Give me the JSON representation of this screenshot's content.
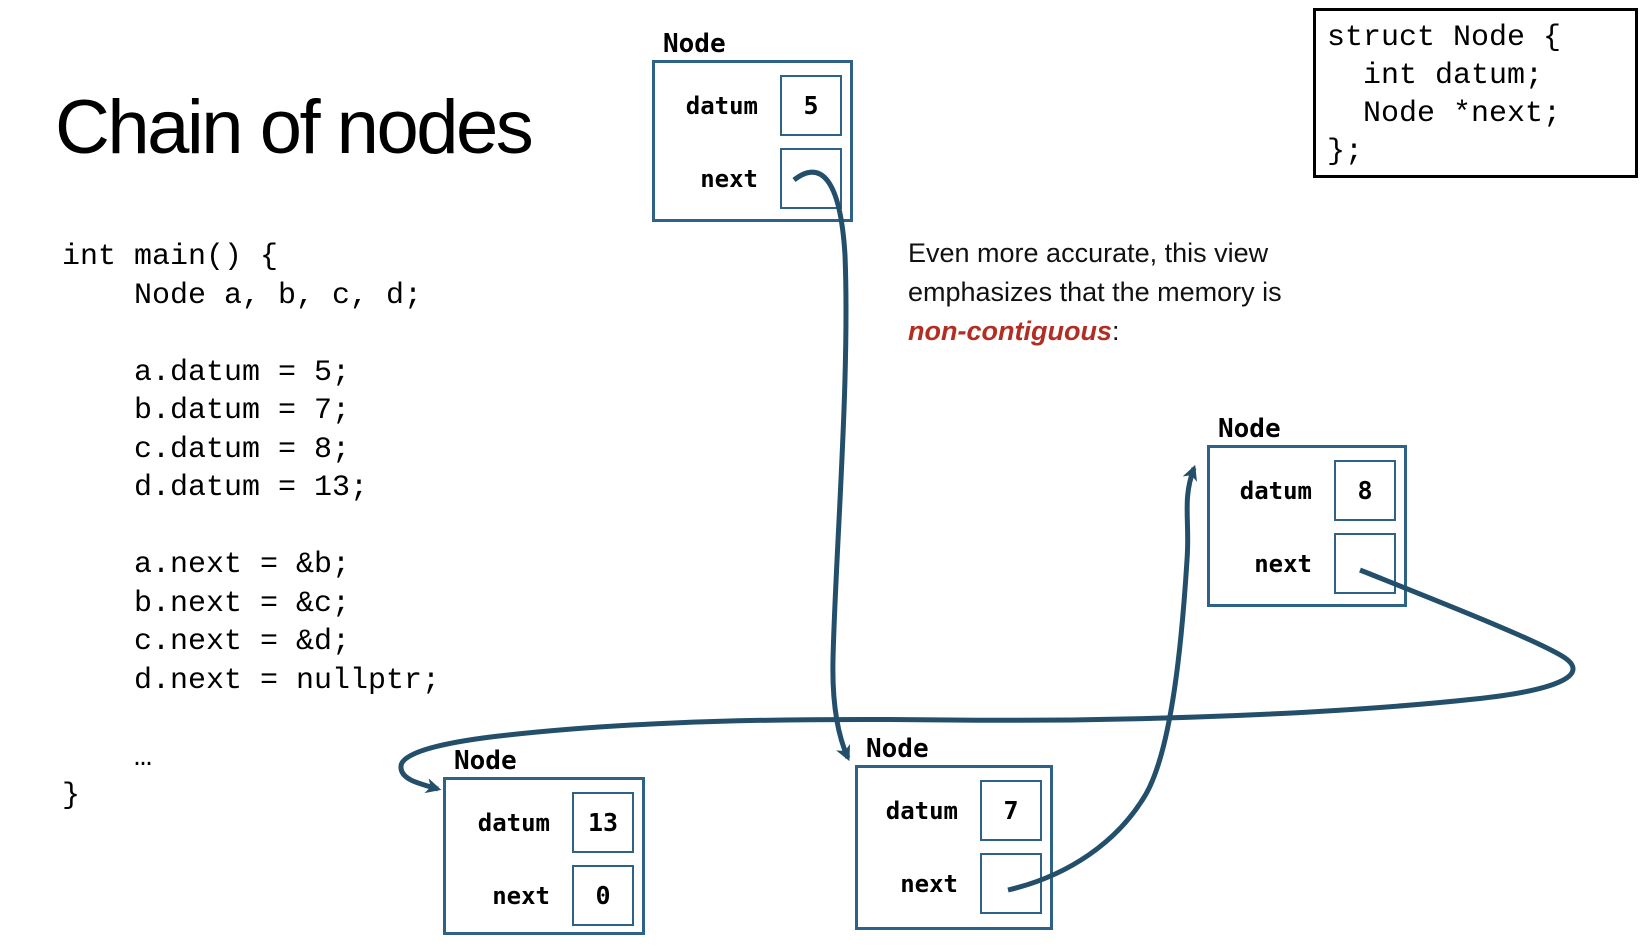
{
  "title": "Chain of nodes",
  "code": {
    "lines": [
      "int main() {",
      "    Node a, b, c, d;",
      "",
      "    a.datum = 5;",
      "    b.datum = 7;",
      "    c.datum = 8;",
      "    d.datum = 13;",
      "",
      "    a.next = &b;",
      "    b.next = &c;",
      "    c.next = &d;",
      "    d.next = nullptr;",
      "",
      "    …",
      "}"
    ]
  },
  "struct_box": {
    "lines": [
      "struct Node {",
      "  int datum;",
      "  Node *next;",
      "};"
    ]
  },
  "note": {
    "line1": "Even more accurate, this view",
    "line2": "emphasizes that the memory is",
    "highlight": "non-contiguous",
    "suffix": ":"
  },
  "nodes": [
    {
      "caption": "Node",
      "rows": [
        {
          "label": "datum",
          "value": "5"
        },
        {
          "label": "next",
          "value": ""
        }
      ]
    },
    {
      "caption": "Node",
      "rows": [
        {
          "label": "datum",
          "value": "7"
        },
        {
          "label": "next",
          "value": ""
        }
      ]
    },
    {
      "caption": "Node",
      "rows": [
        {
          "label": "datum",
          "value": "8"
        },
        {
          "label": "next",
          "value": ""
        }
      ]
    },
    {
      "caption": "Node",
      "rows": [
        {
          "label": "datum",
          "value": "13"
        },
        {
          "label": "next",
          "value": "0"
        }
      ]
    }
  ],
  "colors": {
    "node_border": "#2e6287",
    "arrow": "#234f6b",
    "accent_red": "#b22e22"
  }
}
